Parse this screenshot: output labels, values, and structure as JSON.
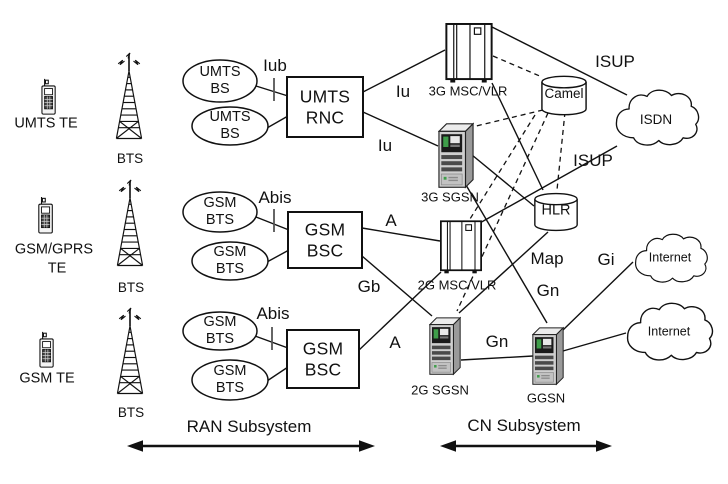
{
  "terminals": [
    {
      "line1": "UMTS TE",
      "line2": ""
    },
    {
      "line1": "GSM/GPRS",
      "line2": "TE"
    },
    {
      "line1": "GSM TE",
      "line2": ""
    }
  ],
  "bts_labels": [
    "BTS",
    "BTS",
    "BTS"
  ],
  "base_stations": [
    {
      "line1": "UMTS",
      "line2": "BS"
    },
    {
      "line1": "UMTS",
      "line2": "BS"
    },
    {
      "line1": "GSM",
      "line2": "BTS"
    },
    {
      "line1": "GSM",
      "line2": "BTS"
    },
    {
      "line1": "GSM",
      "line2": "BTS"
    },
    {
      "line1": "GSM",
      "line2": "BTS"
    }
  ],
  "controllers": [
    {
      "line1": "UMTS",
      "line2": "RNC"
    },
    {
      "line1": "GSM",
      "line2": "BSC"
    },
    {
      "line1": "GSM",
      "line2": "BSC"
    }
  ],
  "core": {
    "msc3g": "3G MSC/VLR",
    "sgsn3g": "3G SGSN",
    "msc2g": "2G MSC/VLR",
    "sgsn2g": "2G SGSN",
    "ggsn": "GGSN",
    "camel": "Camel",
    "hlr": "HLR"
  },
  "clouds": {
    "isdn": "ISDN",
    "internet1": "Internet",
    "internet2": "Internet"
  },
  "interfaces": {
    "iub": "Iub",
    "abis1": "Abis",
    "abis2": "Abis",
    "iu1": "Iu",
    "iu2": "Iu",
    "a1": "A",
    "a2": "A",
    "gb": "Gb",
    "isup1": "ISUP",
    "isup2": "ISUP",
    "map": "Map",
    "gn1": "Gn",
    "gn2": "Gn",
    "gi": "Gi"
  },
  "footer": {
    "ran": "RAN Subsystem",
    "cn": "CN Subsystem"
  },
  "colors": {
    "ink": "#111111",
    "server_front": "#cfcfcf",
    "server_top": "#ececec",
    "server_side": "#9a9a9a",
    "screen": "#1a1a1a",
    "screen_accent": "#3f9e4a"
  }
}
